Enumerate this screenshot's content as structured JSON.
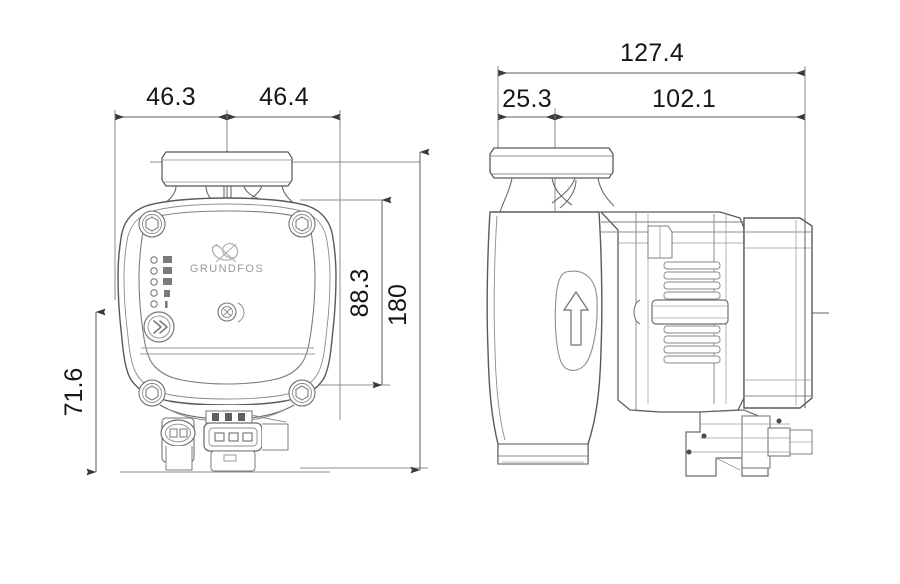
{
  "drawing": {
    "title": "Grundfos circulator pump dimensional drawing",
    "background_color": "#ffffff",
    "line_color": "#4a4a4a",
    "dim_line_color": "#5c5c5c",
    "text_color": "#161616",
    "units": "mm"
  },
  "front_view": {
    "name": "front-view",
    "brand_label": "GRUNDFOS",
    "led_count": 5,
    "button_symbol": "»",
    "dimensions": {
      "width_left": "46.3",
      "width_right": "46.4",
      "height_center": "88.3",
      "height_total": "180",
      "height_lower": "71.6"
    }
  },
  "side_view": {
    "name": "side-view",
    "flow_arrow_symbol": "↑",
    "dimensions": {
      "depth_total": "127.4",
      "depth_front": "25.3",
      "depth_rear": "102.1"
    }
  },
  "dimension_labels": [
    {
      "id": "d-46-3",
      "value": "46.3",
      "view": "front",
      "orientation": "horizontal"
    },
    {
      "id": "d-46-4",
      "value": "46.4",
      "view": "front",
      "orientation": "horizontal"
    },
    {
      "id": "d-88-3",
      "value": "88.3",
      "view": "front",
      "orientation": "vertical"
    },
    {
      "id": "d-180",
      "value": "180",
      "view": "front",
      "orientation": "vertical"
    },
    {
      "id": "d-71-6",
      "value": "71.6",
      "view": "front",
      "orientation": "vertical"
    },
    {
      "id": "d-127-4",
      "value": "127.4",
      "view": "side",
      "orientation": "horizontal"
    },
    {
      "id": "d-25-3",
      "value": "25.3",
      "view": "side",
      "orientation": "horizontal"
    },
    {
      "id": "d-102-1",
      "value": "102.1",
      "view": "side",
      "orientation": "horizontal"
    }
  ]
}
